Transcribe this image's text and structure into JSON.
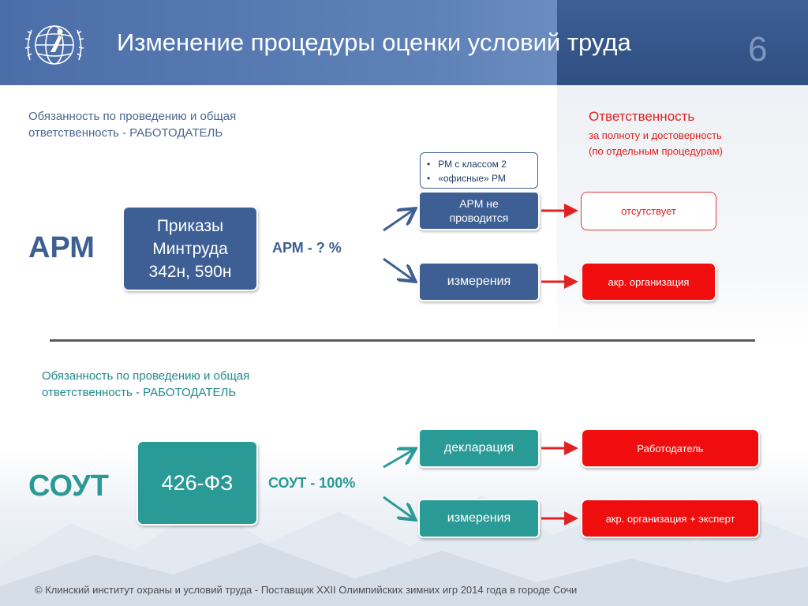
{
  "header": {
    "title": "Изменение процедуры оценки условий труда",
    "slide_number": "6"
  },
  "responsibility": {
    "title": "Ответственность",
    "line1": "за полноту и достоверность",
    "line2": "(по отдельным процедурам)"
  },
  "arm_section": {
    "obligation_line1": "Обязанность по проведению и общая",
    "obligation_line2": "ответственность - РАБОТОДАТЕЛЬ",
    "label": "АРМ",
    "orders_line1": "Приказы",
    "orders_line2": "Минтруда",
    "orders_line3": "342н, 590н",
    "percent": "АРМ - ? %",
    "bullets": [
      "РМ с классом 2",
      "«офисные» РМ"
    ],
    "not_conducted_line1": "АРМ не",
    "not_conducted_line2": "проводится",
    "measurements": "измерения",
    "absent": "отсутствует",
    "accredited_org": "акр. организация"
  },
  "sout_section": {
    "obligation_line1": "Обязанность по проведению и общая",
    "obligation_line2": "ответственность - РАБОТОДАТЕЛЬ",
    "label": "СОУТ",
    "law": "426-ФЗ",
    "percent": "СОУТ - 100%",
    "declaration": "декларация",
    "measurements": "измерения",
    "employer": "Работодатель",
    "accredited_expert": "акр. организация + эксперт"
  },
  "footer": {
    "text": "© Клинский институт охраны и условий труда - Поставщик XXII Олимпийских зимних игр 2014 года в городе Сочи"
  },
  "colors": {
    "navy": "#3d5f94",
    "teal": "#2a9a96",
    "red": "#f00d0d"
  }
}
